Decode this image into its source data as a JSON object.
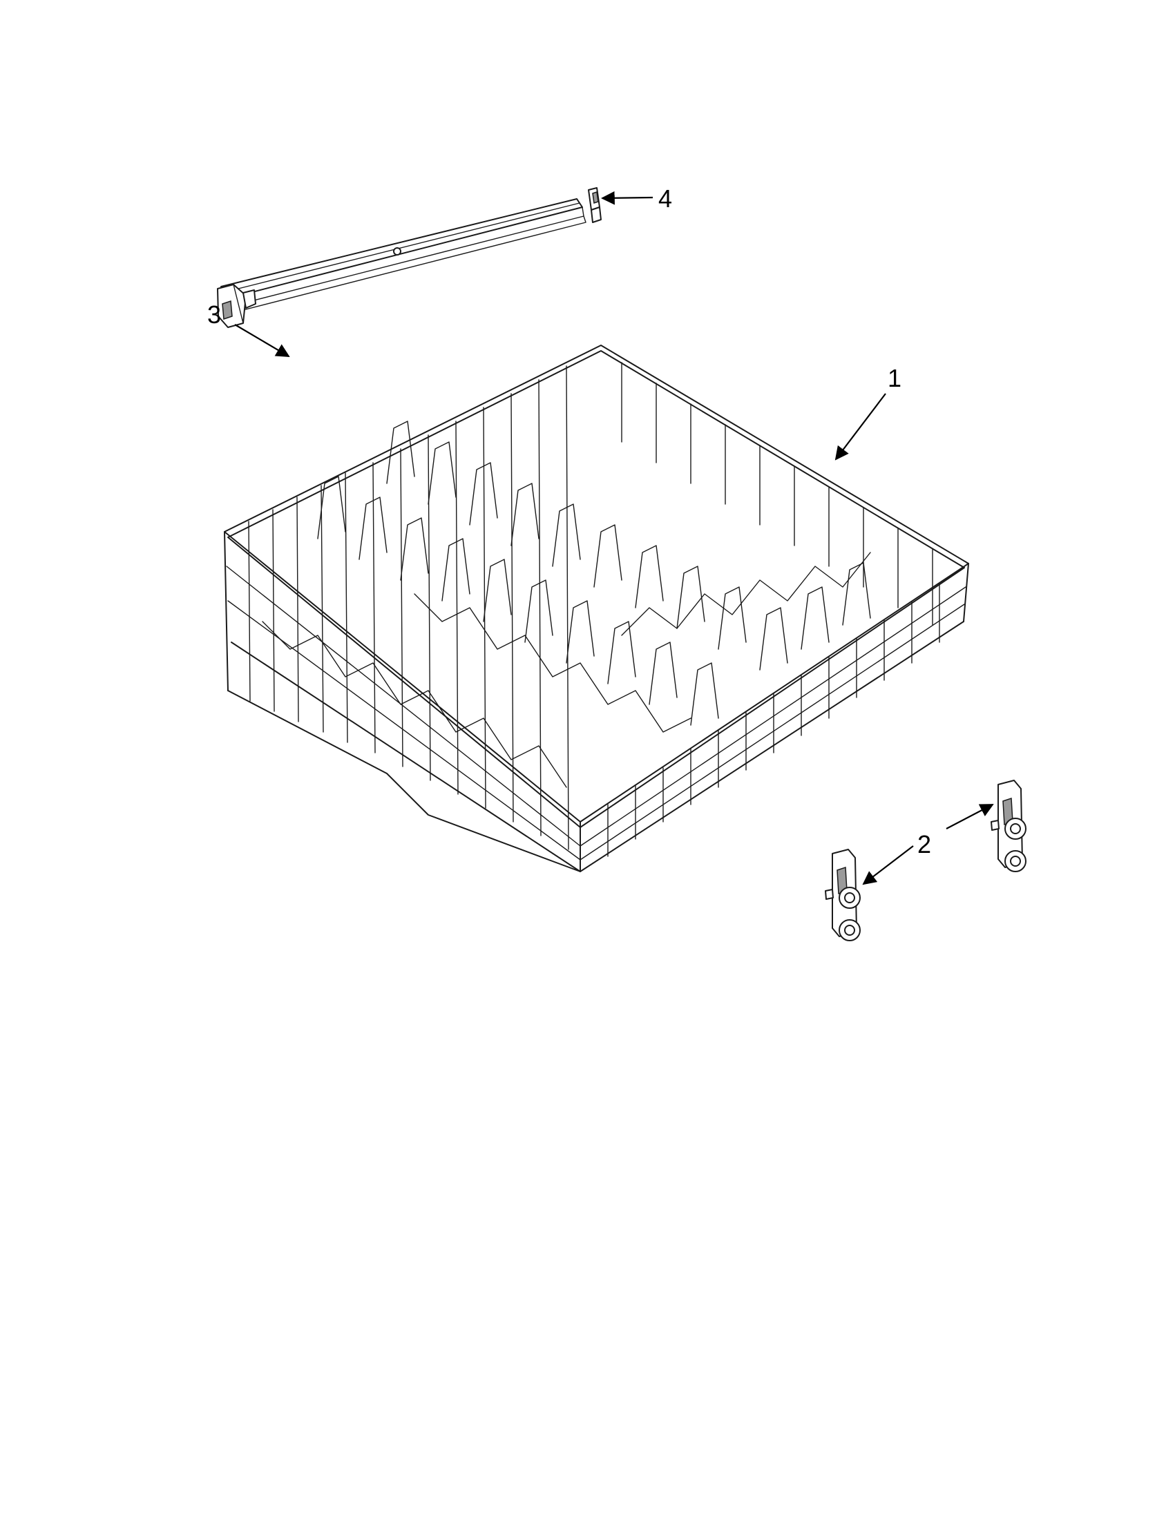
{
  "diagram": {
    "callouts": [
      {
        "id": "1",
        "label": "1",
        "part": "dishrack"
      },
      {
        "id": "2",
        "label": "2",
        "part": "adjuster"
      },
      {
        "id": "3",
        "label": "3",
        "part": "rail"
      },
      {
        "id": "4",
        "label": "4",
        "part": "stop-clip"
      }
    ]
  }
}
